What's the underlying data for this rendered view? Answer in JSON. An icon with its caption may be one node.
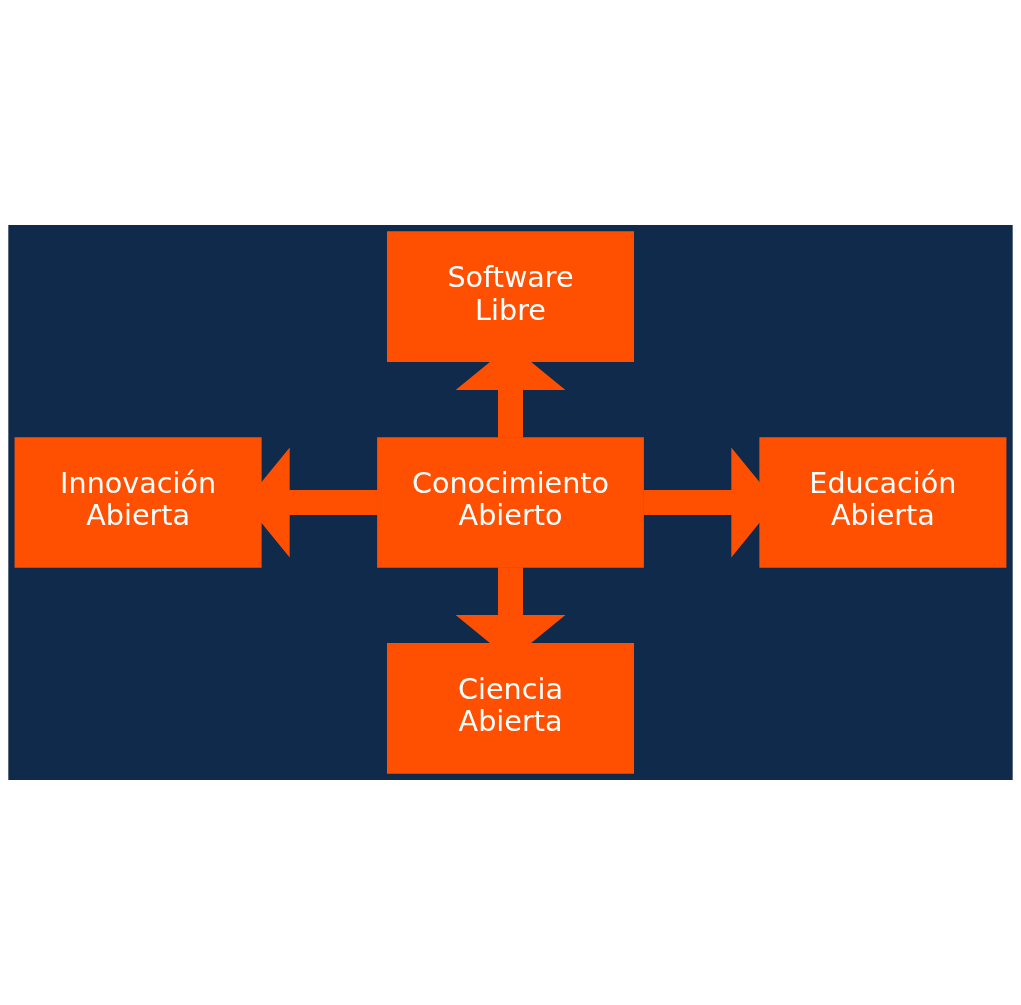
{
  "diagram": {
    "nodes": [
      {
        "text": [
          "Software Libre"
        ]
      },
      {
        "text": [
          "Innovación Abierta"
        ]
      },
      {
        "text": [
          "Conocimiento Abierto"
        ]
      },
      {
        "text": [
          "Educación Abierta"
        ]
      },
      {
        "text": [
          "Ciencia Abierta"
        ]
      }
    ],
    "edges": [
      {
        "from": 2,
        "to": 0,
        "arrow": "to"
      },
      {
        "from": 2,
        "to": 1,
        "arrow": "to"
      },
      {
        "from": 2,
        "to": 3,
        "arrow": "to"
      },
      {
        "from": 2,
        "to": 4,
        "arrow": "to"
      }
    ]
  }
}
